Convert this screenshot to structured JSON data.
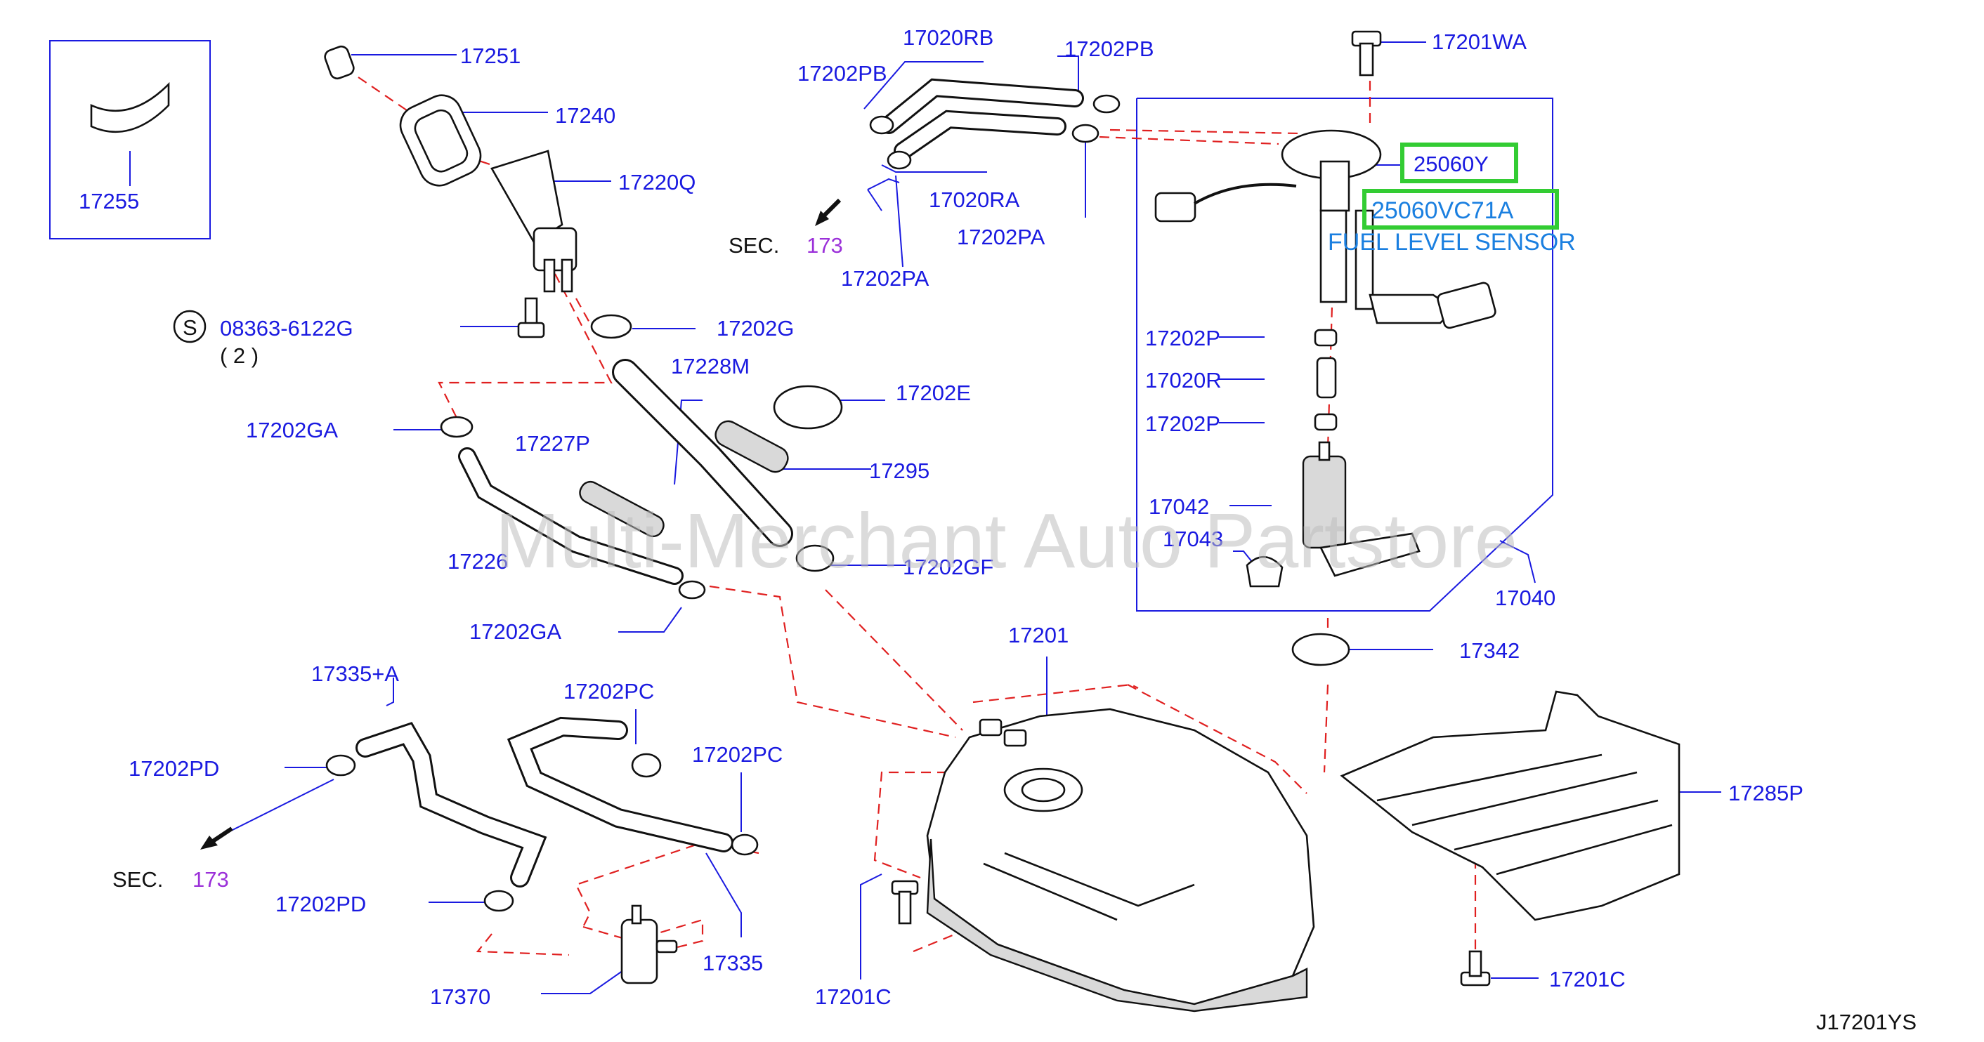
{
  "labels": {
    "p17251": "17251",
    "p17240": "17240",
    "p17220q": "17220Q",
    "p17255": "17255",
    "p08363": "08363-6122G",
    "p08363_qty": "( 2 )",
    "bolt_marker": "S",
    "p17202g": "17202G",
    "p17228m": "17228M",
    "p17202e": "17202E",
    "p17202ga_top": "17202GA",
    "p17227p": "17227P",
    "p17295": "17295",
    "p17226": "17226",
    "p17202gf": "17202GF",
    "p17202ga_bottom": "17202GA",
    "p17020rb": "17020RB",
    "p17202pb_left": "17202PB",
    "p17202pb_right": "17202PB",
    "p17020ra": "17020RA",
    "p17202pa_right": "17202PA",
    "p17202pa_left": "17202PA",
    "sec_top_text": "SEC.",
    "sec_top_num": "173",
    "p17201wa": "17201WA",
    "p25060y": "25060Y",
    "p25060vc71a": "25060VC71A",
    "fuel_level_sensor": "FUEL LEVEL SENSOR",
    "p17202p_top": "17202P",
    "p17020r": "17020R",
    "p17202p_bottom": "17202P",
    "p17042": "17042",
    "p17043": "17043",
    "p17040": "17040",
    "p17342": "17342",
    "p17201": "17201",
    "p17335a": "17335+A",
    "p17202pc_left": "17202PC",
    "p17202pc_right": "17202PC",
    "p17202pd_top": "17202PD",
    "p17202pd_bottom": "17202PD",
    "sec_bottom_text": "SEC.",
    "sec_bottom_num": "173",
    "p17370": "17370",
    "p17335": "17335",
    "p17201c_left": "17201C",
    "p17201c_right": "17201C",
    "p17285p": "17285P",
    "diagram_code": "J17201YS"
  },
  "watermark": "Multi-Merchant Auto Partstore",
  "highlighted_parts": [
    "25060Y",
    "25060VC71A"
  ],
  "colors": {
    "part_number": "#1a1ae0",
    "sec_number": "#9b30d9",
    "sensor_label": "#1a7fe0",
    "phantom_line": "#e02020",
    "highlight_box": "#33cc33"
  }
}
